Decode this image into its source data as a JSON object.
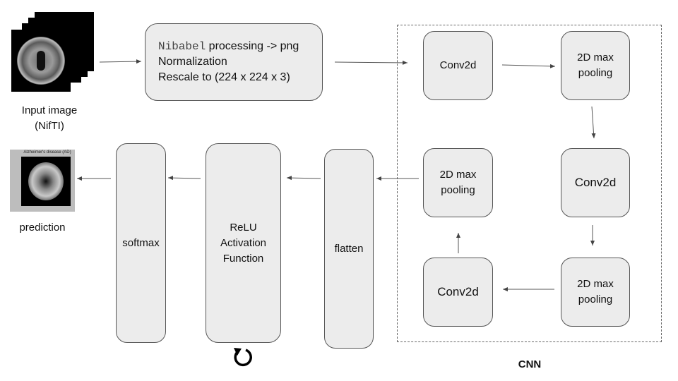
{
  "input": {
    "label": "Input image\n(NifTI)"
  },
  "processing": {
    "lib": "Nibabel",
    "line1_rest": " processing -> png",
    "line2": "Normalization",
    "line3": "Rescale to (224 x 224 x 3)"
  },
  "cnn": {
    "label": "CNN",
    "conv1": "Conv2d",
    "pool1": "2D max\npooling",
    "conv2": "Conv2d",
    "pool2": "2D max\npooling",
    "conv3": "Conv2d",
    "pool3": "2D max\npooling"
  },
  "flatten": "flatten",
  "relu": "ReLU\nActivation\nFunction",
  "softmax": "softmax",
  "prediction": {
    "label": "prediction",
    "thumb_title": "Alzheimer's disease (AD)"
  },
  "icons": {
    "loop": "loop-arrow-icon",
    "brain": "brain-scan-icon"
  }
}
